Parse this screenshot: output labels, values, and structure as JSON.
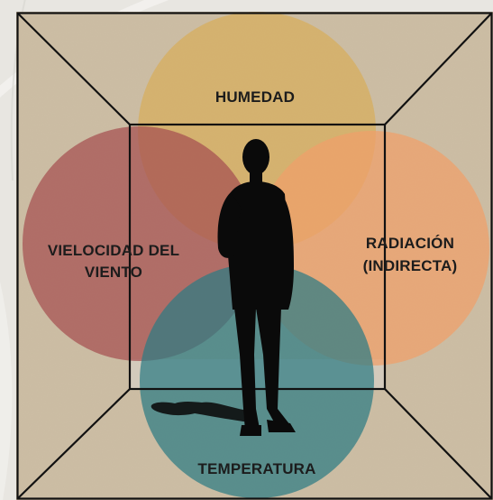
{
  "diagram": {
    "colors": {
      "background": "#cdbea5",
      "frame_lines": "#111111",
      "humedad": "#d7ad5c",
      "viento": "#a54f50",
      "radiacion": "#f0a069",
      "temperatura": "#2c7b84",
      "silhouette": "#0a0a0a"
    },
    "labels": {
      "humedad": "HUMEDAD",
      "viento_line1": "VIELOCIDAD DEL",
      "viento_line2": "VIENTO",
      "radiacion_line1": "RADIACIÓN",
      "radiacion_line2": "(INDIRECTA)",
      "temperatura": "TEMPERATURA"
    }
  }
}
